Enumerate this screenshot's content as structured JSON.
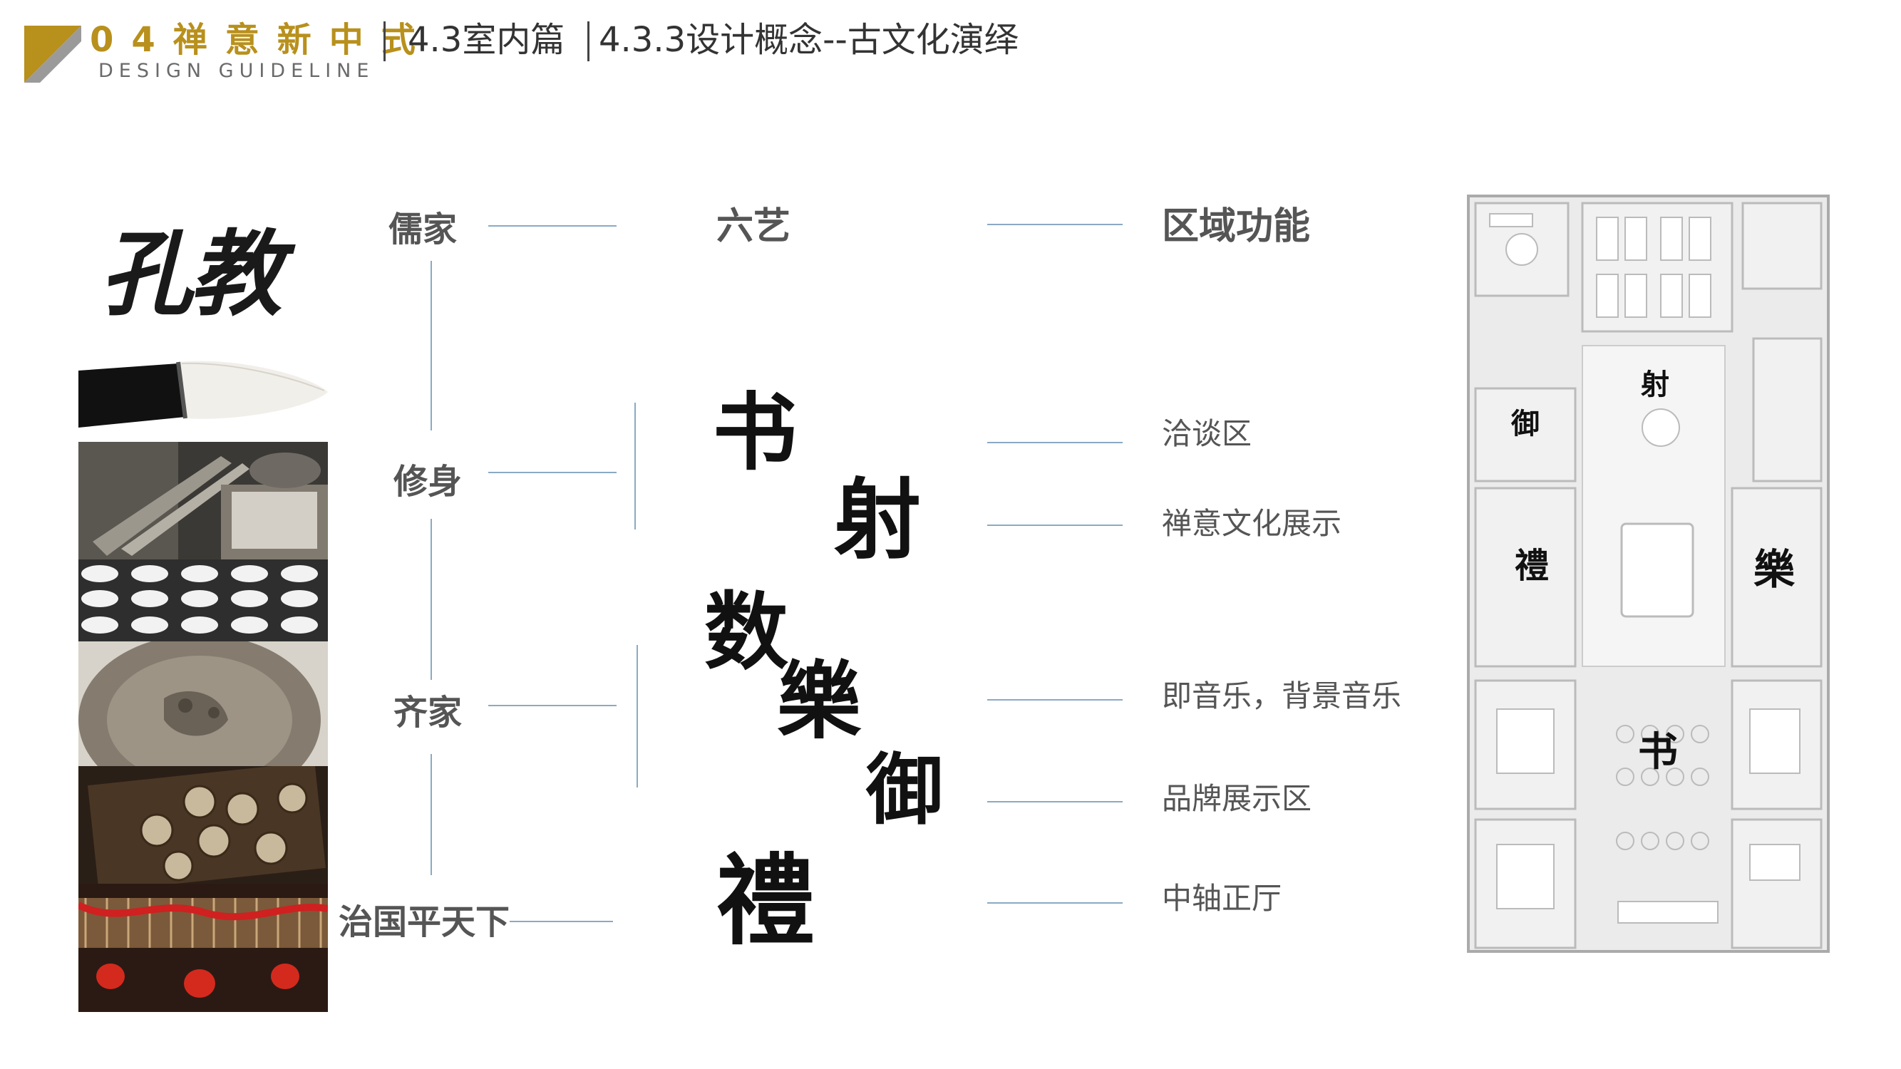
{
  "header": {
    "brand_title": "04禅意新中式",
    "brand_subtitle": "DESIGN GUIDELINE",
    "section": "4.3室内篇",
    "topic": "4.3.3设计概念--古文化演绎"
  },
  "colors": {
    "gold": "#b8901c",
    "line_blue": "#8aaac4",
    "text_gray": "#555555"
  },
  "left_images": {
    "calligraphy_title": "孔教"
  },
  "hierarchy": {
    "confucianism": "儒家",
    "self_cultivation": "修身",
    "family": "齐家",
    "govern_world": "治国平天下"
  },
  "six_arts": {
    "header": "六艺",
    "shu_book": "书",
    "she_archery": "射",
    "shu_math": "数",
    "yue_music": "樂",
    "yu_chariot": "御",
    "li_rites": "禮"
  },
  "functions": {
    "header": "区域功能",
    "items": [
      "洽谈区",
      "禅意文化展示",
      "即音乐，背景音乐",
      "品牌展示区",
      "中轴正厅"
    ]
  },
  "floor_plan": {
    "marks": [
      "射",
      "御",
      "禮",
      "樂",
      "书"
    ]
  }
}
